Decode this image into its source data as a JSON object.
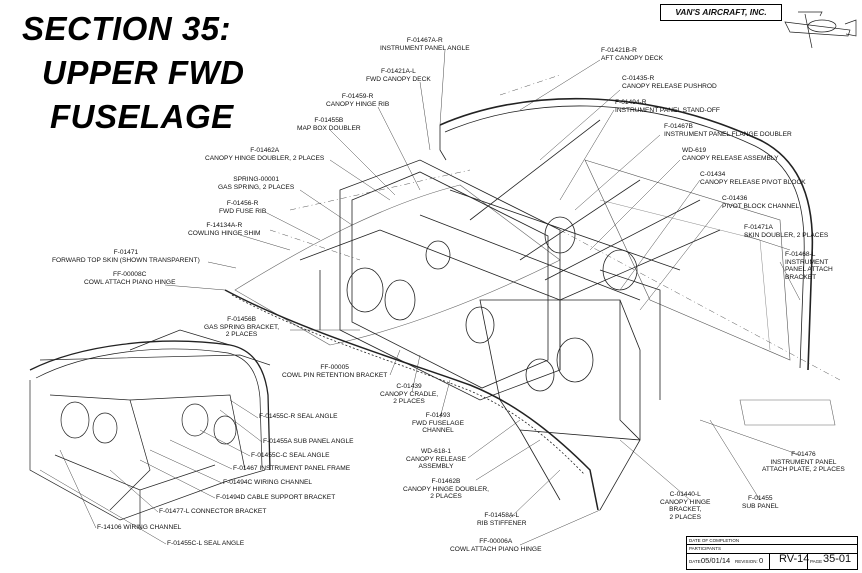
{
  "title": {
    "line1": "SECTION 35:",
    "line2": "UPPER FWD",
    "line3": "FUSELAGE"
  },
  "brand": "VAN'S AIRCRAFT, INC.",
  "callouts": {
    "f01467a": "F-01467A-R\nINSTRUMENT PANEL ANGLE",
    "f01421bR": "F-01421B-R\nAFT CANOPY DECK",
    "f01421aL": "F-01421A-L\nFWD CANOPY DECK",
    "c01435": "C-01435-R\nCANOPY RELEASE PUSHROD",
    "f01459": "F-01459-R\nCANOPY HINGE RIB",
    "f01494": "F-01494-R\nINSTRUMENT PANEL STAND-OFF",
    "f01455b": "F-01455B\nMAP BOX DOUBLER",
    "f01467b": "F-01467B\nINSTRUMENT PANEL FLANGE DOUBLER",
    "f01462a": "F-01462A\nCANOPY HINGE DOUBLER, 2 PLACES",
    "wd619": "WD-619\nCANOPY RELEASE ASSEMBLY",
    "spring": "SPRING-00001\nGAS SPRING, 2 PLACES",
    "c01434": "C-01434\nCANOPY RELEASE PIVOT BLOCK",
    "f01456": "F-01456-R\nFWD FUSE RIB",
    "c01436": "C-01436\nPIVOT BLOCK CHANNEL",
    "f14134a": "F-14134A-R\nCOWLING HINGE SHIM",
    "f01471a": "F-01471A\nSKIN DOUBLER, 2 PLACES",
    "f01471": "F-01471\nFORWARD TOP SKIN (SHOWN TRANSPARENT)",
    "f01468": "F-01468-L\nINSTRUMENT\nPANEL ATTACH\nBRACKET",
    "ff00008c": "FF-00008C\nCOWL ATTACH PIANO HINGE",
    "f01456b": "F-01456B\nGAS SPRING BRACKET,\n2 PLACES",
    "ff00005": "FF-00005\nCOWL PIN RETENTION BRACKET",
    "c01439": "C-01439\nCANOPY CRADLE,\n2 PLACES",
    "f01493": "F-01493\nFWD FUSELAGE\nCHANNEL",
    "wd618": "WD-618-1\nCANOPY RELEASE\nASSEMBLY",
    "f01476": "F-01476\nINSTRUMENT PANEL\nATTACH PLATE, 2 PLACES",
    "f01462b": "F-01462B\nCANOPY HINGE DOUBLER,\n2 PLACES",
    "c01440": "C-01440-L\nCANOPY HINGE\nBRACKET,\n2 PLACES",
    "f01455": "F-01455\nSUB PANEL",
    "f01458a": "F-01458A-L\nRIB STIFFENER",
    "ff00006a": "FF-00006A\nCOWL ATTACH PIANO HINGE",
    "f01455cR": "F-01455C-R SEAL ANGLE",
    "f01455a": "F-01455A SUB PANEL ANGLE",
    "f01455cC": "F-01455C-C SEAL ANGLE",
    "f01467": "F-01467 INSTRUMENT PANEL FRAME",
    "f01494c": "F-01494C WIRING CHANNEL",
    "f01494d": "F-01494D CABLE SUPPORT BRACKET",
    "f01477": "F-01477-L CONNECTOR BRACKET",
    "f14106": "F-14106 WIRING CHANNEL",
    "f01455cL": "F-01455C-L SEAL ANGLE"
  },
  "titleblock": {
    "date_label": "DATE OF COMPLETION",
    "participants_label": "PARTICIPANTS",
    "date_prefix": "DATE:",
    "date": "05/01/14",
    "revision_label": "REVISION:",
    "revision": "0",
    "model": "RV-14",
    "page_label": "PAGE",
    "page": "35-01"
  }
}
